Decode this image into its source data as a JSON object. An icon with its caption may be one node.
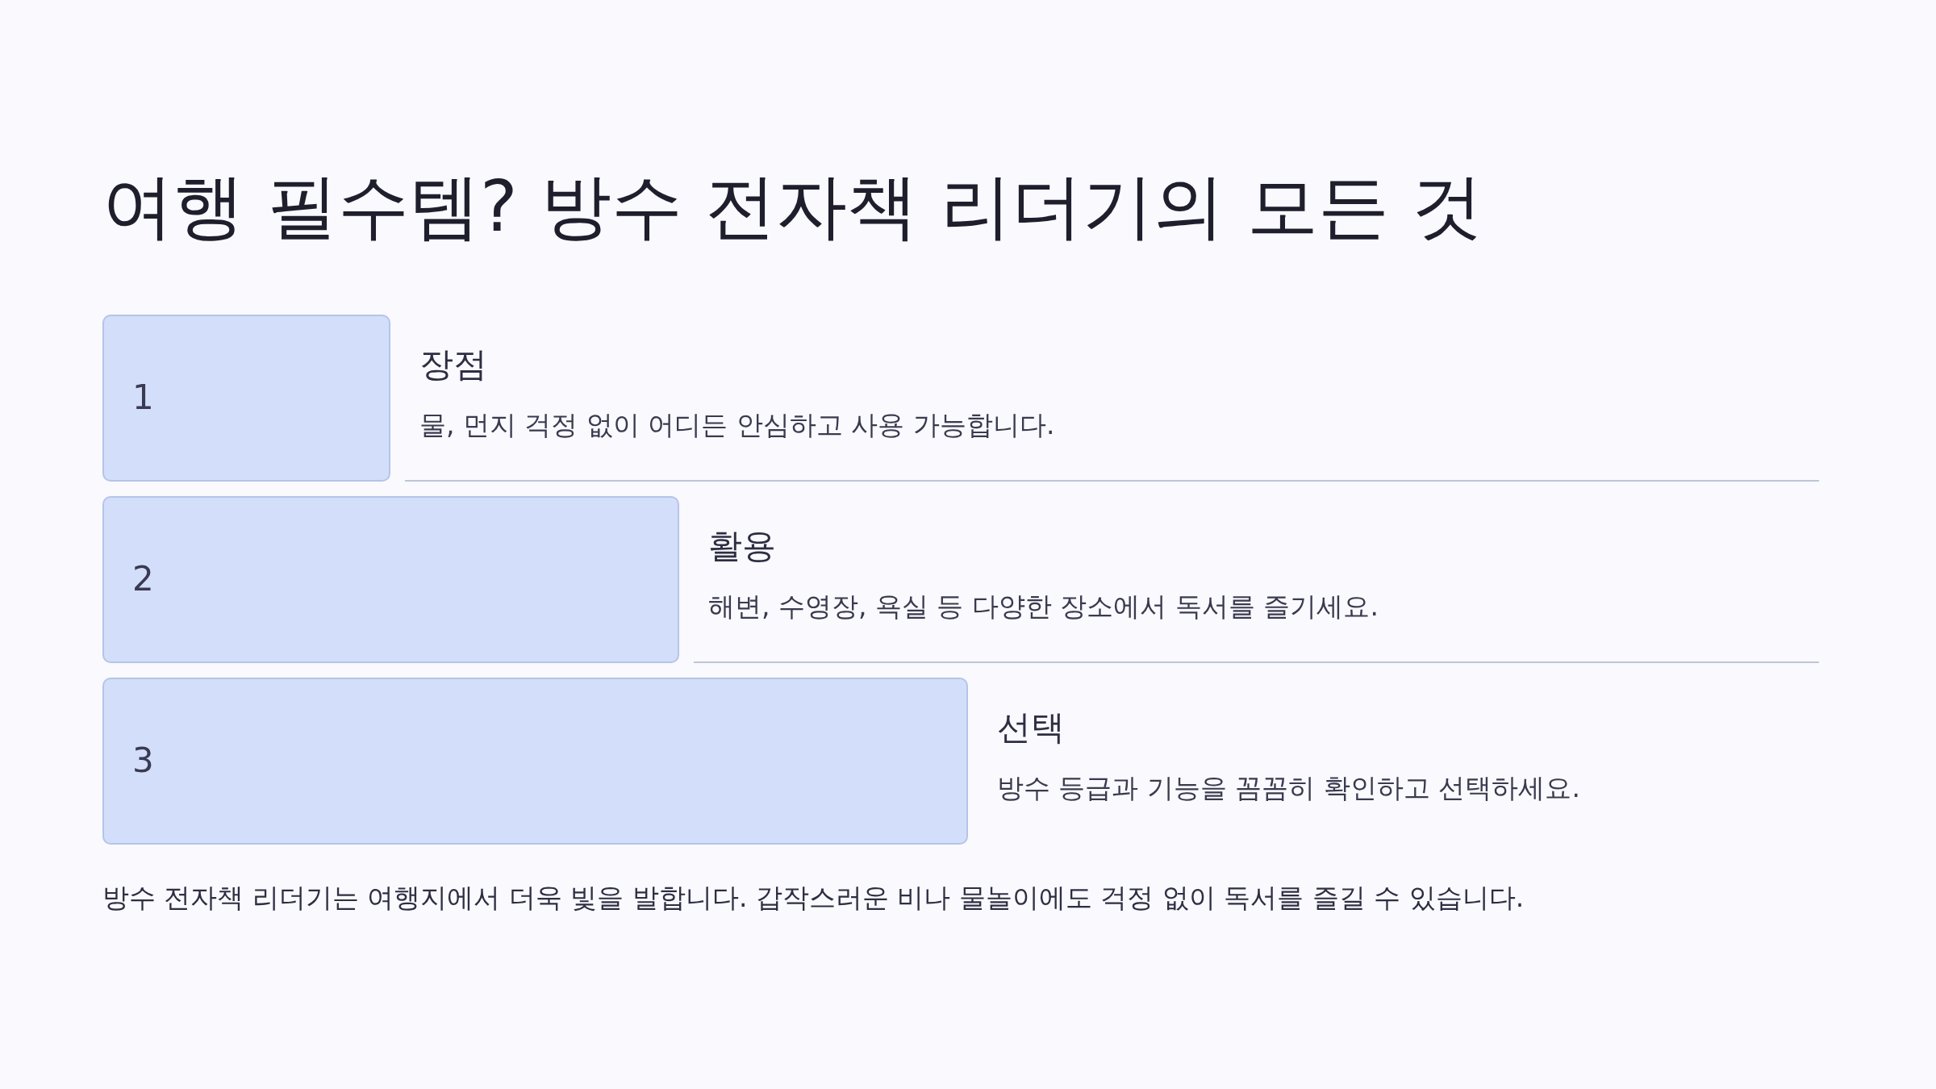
{
  "diagram": {
    "title": "여행 필수템? 방수 전자책 리더기의 모든 것",
    "nodes": [
      {
        "text": [
          "1"
        ],
        "beside": [
          "장점",
          "물, 먼지 걱정 없이 어디든 안심하고 사용 가능합니다."
        ]
      },
      {
        "text": [
          "2"
        ],
        "beside": [
          "활용",
          "해변, 수영장, 욕실 등 다양한 장소에서 독서를 즐기세요."
        ]
      },
      {
        "text": [
          "3"
        ],
        "beside": [
          "선택",
          "방수 등급과 기능을 꼼꼼히 확인하고 선택하세요."
        ]
      }
    ],
    "caption": "방수 전자책 리더기는 여행지에서 더욱 빛을 발합니다. 갑작스러운 비나 물놀이에도 걱정 없이 독서를 즐길 수 있습니다."
  }
}
